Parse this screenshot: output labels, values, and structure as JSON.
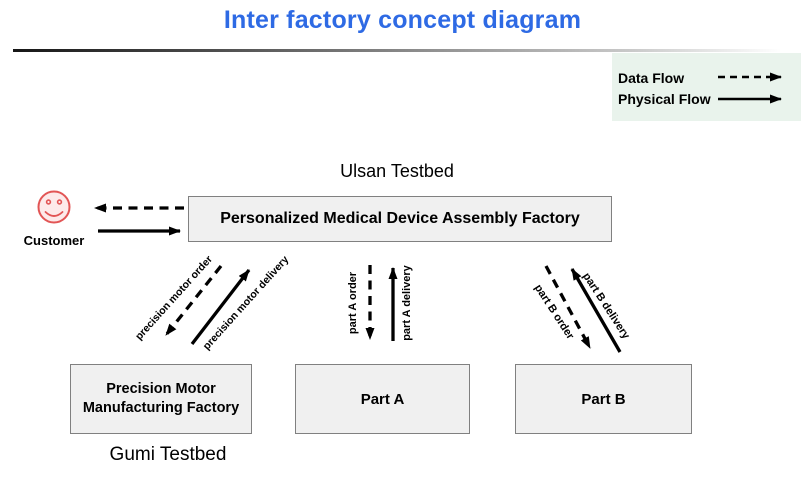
{
  "title": "Inter factory concept diagram",
  "legend": {
    "items": [
      {
        "label": "Data Flow",
        "line_style": "dashed"
      },
      {
        "label": "Physical Flow",
        "line_style": "solid"
      }
    ]
  },
  "regions": {
    "ulsan_label": "Ulsan Testbed",
    "gumi_label": "Gumi Testbed"
  },
  "nodes": {
    "customer": {
      "label": "Customer",
      "icon": "smiley-face-icon"
    },
    "assembly_factory": {
      "label": "Personalized Medical Device Assembly Factory"
    },
    "precision_motor_factory": {
      "label": "Precision Motor Manufacturing Factory"
    },
    "part_a": {
      "label": "Part A"
    },
    "part_b": {
      "label": "Part B"
    }
  },
  "flows": {
    "precision_motor_order": {
      "label": "precision motor order",
      "type": "data"
    },
    "precision_motor_delivery": {
      "label": "precision motor delivery",
      "type": "physical"
    },
    "part_a_order": {
      "label": "part A order",
      "type": "data"
    },
    "part_a_delivery": {
      "label": "part A delivery",
      "type": "physical"
    },
    "part_b_order": {
      "label": "part B order",
      "type": "data"
    },
    "part_b_delivery": {
      "label": "part B delivery",
      "type": "physical"
    }
  },
  "colors": {
    "title": "#2e6ae4",
    "legend_bg": "#e9f3ec",
    "node_fill": "#f0f0f0",
    "node_border": "#808080",
    "customer_red": "#e25555",
    "customer_fill": "#fdeaea",
    "arrow": "#000000"
  }
}
